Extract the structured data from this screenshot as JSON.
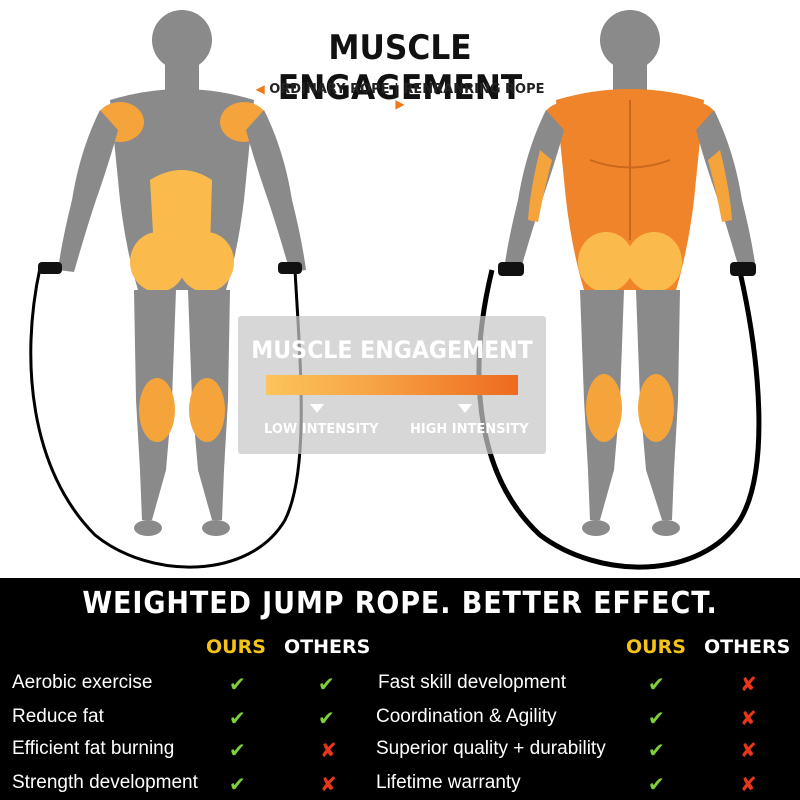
{
  "header": {
    "title": "MUSCLE ENGAGEMENT",
    "subtitle_left_arrow": "◀",
    "subtitle": "ORDINARY ROPE | RENRANRING ROPE",
    "subtitle_right_arrow": "▶"
  },
  "legend": {
    "title": "MUSCLE ENGAGEMENT",
    "low_label": "LOW INTENSITY",
    "high_label": "HIGH INTENSITY",
    "gradient_colors": [
      "#fcc45a",
      "#ee6a1e"
    ]
  },
  "comparison": {
    "headline": "WEIGHTED JUMP ROPE. BETTER EFFECT.",
    "ours_label": "OURS",
    "others_label": "OTHERS",
    "left": [
      {
        "feature": "Aerobic exercise",
        "ours": "✔",
        "others": "✔"
      },
      {
        "feature": "Reduce fat",
        "ours": "✔",
        "others": "✔"
      },
      {
        "feature": "Efficient fat burning",
        "ours": "✔",
        "others": "✘"
      },
      {
        "feature": "Strength development",
        "ours": "✔",
        "others": "✘"
      }
    ],
    "right": [
      {
        "feature": "Fast skill development",
        "ours": "✔",
        "others": "✘"
      },
      {
        "feature": "Coordination & Agility",
        "ours": "✔",
        "others": "✘"
      },
      {
        "feature": "Superior quality + durability",
        "ours": "✔",
        "others": "✘"
      },
      {
        "feature": "Lifetime warranty",
        "ours": "✔",
        "others": "✘"
      }
    ]
  },
  "colors": {
    "muscle_gray": "#8a8a8a",
    "light_orange": "#fbbb4c",
    "deep_orange": "#f0842a",
    "check_green": "#7fcf3a",
    "cross_red": "#e8361c",
    "ours_yellow": "#f3c315"
  }
}
